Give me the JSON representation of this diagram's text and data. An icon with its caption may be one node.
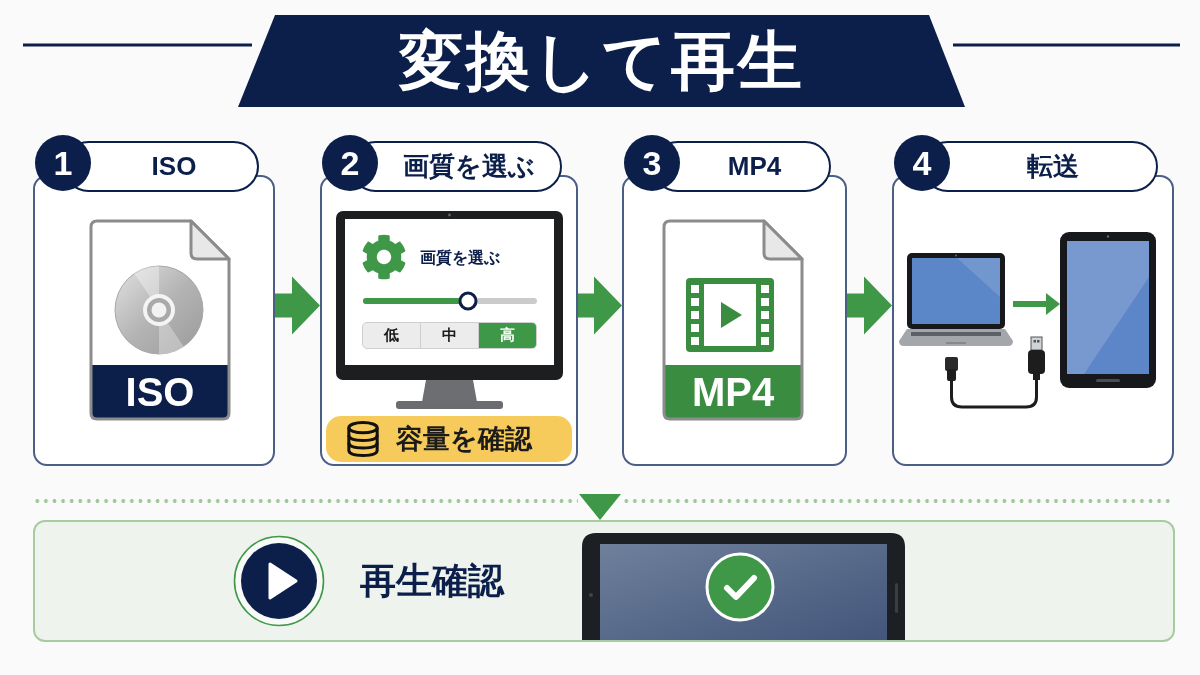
{
  "diagram": {
    "title": "変換して再生",
    "nodes": [
      {
        "text": [
          "1",
          "ISO"
        ]
      },
      {
        "text": [
          "ISO"
        ],
        "in": 0
      },
      {
        "text": [
          "2",
          "画質を選ぶ"
        ]
      },
      {
        "text": [
          "画質を選ぶ",
          "低",
          "中",
          "高"
        ],
        "in": 2
      },
      {
        "text": [
          "容量を確認"
        ],
        "in": 2
      },
      {
        "text": [
          "3",
          "MP4"
        ]
      },
      {
        "text": [
          "MP4"
        ],
        "in": 5
      },
      {
        "text": [
          "4",
          "転送"
        ]
      },
      {
        "text": [],
        "shape": "picture",
        "in": 7
      },
      {
        "text": [],
        "shape": "picture",
        "in": 7
      },
      {
        "text": [
          "再生確認"
        ]
      }
    ],
    "edges": [
      {
        "from": 0,
        "to": 2,
        "arrow": "to"
      },
      {
        "from": 2,
        "to": 5,
        "arrow": "to"
      },
      {
        "from": 5,
        "to": 7,
        "arrow": "to"
      },
      {
        "from": 8,
        "to": 9,
        "arrow": "to"
      },
      {
        "from": null,
        "to": 10,
        "arrow": "to"
      }
    ]
  }
}
